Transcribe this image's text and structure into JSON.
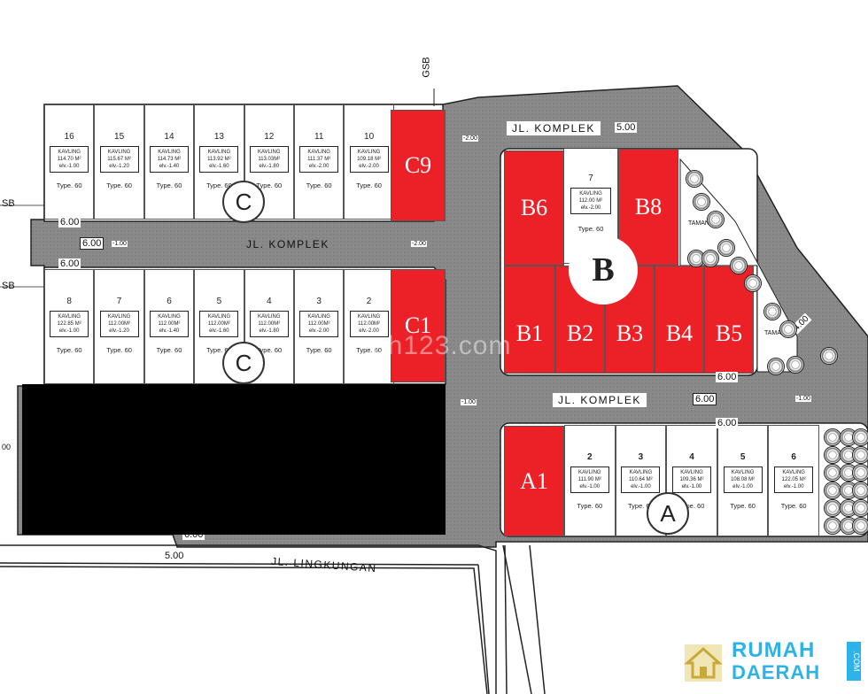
{
  "roads": {
    "top": "JL. KOMPLEK",
    "middle": "JL. KOMPLEK",
    "lower": "JL. KOMPLEK",
    "bottom": "JL. LINGKUNGAN"
  },
  "labels": {
    "gsb_top": "GSB",
    "gsb_left1": "SB",
    "gsb_left2": "SB",
    "taman1": "TAMAN",
    "taman2": "TAMAN",
    "watermark": "ah123.com"
  },
  "dimensions": {
    "d_600_a": "6.00",
    "d_600_b": "6.00",
    "d_600_c": "6.00",
    "d_500_top": "5.00",
    "d_600_e": "6.00",
    "d_600_f": "6.00",
    "d_600_g": "6.00",
    "d_600_bottom": "6.00",
    "d_500_bottom": "5.00",
    "d_400": "4.00",
    "d_00": "00"
  },
  "elevations": {
    "e1": "-2.00",
    "e2": "-1.00",
    "e3": "-2.00",
    "e4": "-1.00",
    "e5": "-1.00"
  },
  "red_plots": {
    "c9": "C9",
    "c1": "C1",
    "b6": "B6",
    "b8": "B8",
    "b1": "B1",
    "b2": "B2",
    "b3": "B3",
    "b4": "B4",
    "b5": "B5",
    "a1": "A1"
  },
  "zones": {
    "b": "B",
    "c_top": "C",
    "c_bottom": "C",
    "a": "A"
  },
  "row_c_top": [
    {
      "num": "16",
      "kav": "KAVLING",
      "area": "114.70 M²",
      "elv": "elv.-1.00",
      "type": "Type. 60"
    },
    {
      "num": "15",
      "kav": "KAVLING",
      "area": "115.67 M²",
      "elv": "elv.-1.20",
      "type": "Type. 60"
    },
    {
      "num": "14",
      "kav": "KAVLING",
      "area": "114.73 M²",
      "elv": "elv.-1.40",
      "type": "Type. 60"
    },
    {
      "num": "13",
      "kav": "KAVLING",
      "area": "113.92 M²",
      "elv": "elv.-1.60",
      "type": "Type. 60"
    },
    {
      "num": "12",
      "kav": "KAVLING",
      "area": "113.03M²",
      "elv": "elv.-1.80",
      "type": "Type. 60"
    },
    {
      "num": "11",
      "kav": "KAVLING",
      "area": "111.37 M²",
      "elv": "elv.-2.00",
      "type": "Type. 60"
    },
    {
      "num": "10",
      "kav": "KAVLING",
      "area": "109.18 M²",
      "elv": "elv.-2.00",
      "type": "Type. 60"
    }
  ],
  "row_c_bottom": [
    {
      "num": "8",
      "kav": "KAVLING",
      "area": "122.85 M²",
      "elv": "elv.-1.00",
      "type": "Type. 60"
    },
    {
      "num": "7",
      "kav": "KAVLING",
      "area": "112.00M²",
      "elv": "elv.-1.20",
      "type": "Type. 60"
    },
    {
      "num": "6",
      "kav": "KAVLING",
      "area": "112.00M²",
      "elv": "elv.-1.40",
      "type": "Type. 60"
    },
    {
      "num": "5",
      "kav": "KAVLING",
      "area": "112.00M²",
      "elv": "elv.-1.60",
      "type": "Type. 60"
    },
    {
      "num": "4",
      "kav": "KAVLING",
      "area": "112.00M²",
      "elv": "elv.-1.80",
      "type": "Type. 60"
    },
    {
      "num": "3",
      "kav": "KAVLING",
      "area": "112.00M²",
      "elv": "elv.-2.00",
      "type": "Type. 60"
    },
    {
      "num": "2",
      "kav": "KAVLING",
      "area": "112.00M²",
      "elv": "elv.-2.00",
      "type": "Type. 60"
    }
  ],
  "row_a": [
    {
      "num": "2",
      "kav": "KAVLING",
      "area": "111.90 M²",
      "elv": "elv.-1.00",
      "type": "Type. 60"
    },
    {
      "num": "3",
      "kav": "KAVLING",
      "area": "110.64 M²",
      "elv": "elv.-1.00",
      "type": "Type. 60"
    },
    {
      "num": "4",
      "kav": "KAVLING",
      "area": "109.36 M²",
      "elv": "elv.-1.00",
      "type": "Type. 60"
    },
    {
      "num": "5",
      "kav": "KAVLING",
      "area": "108.08 M²",
      "elv": "elv.-1.00",
      "type": "Type. 60"
    },
    {
      "num": "6",
      "kav": "KAVLING",
      "area": "122.05 M²",
      "elv": "elv.-1.00",
      "type": "Type. 60"
    }
  ],
  "b7": {
    "num": "7",
    "kav": "KAVLING",
    "area": "112.00 M²",
    "elv": "elv.-2.00",
    "type": "Type. 60"
  },
  "logo": {
    "line1": "RUMAH",
    "line2": "DAERAH",
    "com": ".COM"
  },
  "colors": {
    "red": "#ec2127",
    "road": "#8c8c8c",
    "logo": "#2eb3e8"
  }
}
